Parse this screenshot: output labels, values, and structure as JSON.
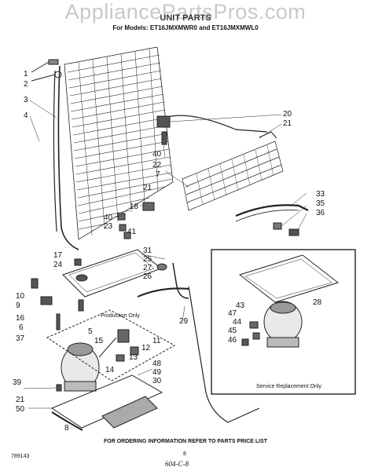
{
  "watermark": "AppliancePartsPros.com",
  "header": {
    "title": "UNIT PARTS",
    "subtitle": "For Models: ET16JMXMWR0  and ET16JMXMWL0"
  },
  "inset": {
    "caption": "Service Replacement Only"
  },
  "production_note": "Production Only",
  "footer": {
    "ordering": "FOR ORDERING INFORMATION REFER TO PARTS PRICE LIST",
    "page_code": "789143",
    "page_number": "8",
    "handwritten": "604-C-8"
  },
  "callouts": {
    "c1": "1",
    "c2": "2",
    "c3": "3",
    "c4": "4",
    "c5": "5",
    "c6": "6",
    "c7": "7",
    "c8": "8",
    "c9": "9",
    "c10": "10",
    "c11": "11",
    "c12": "12",
    "c13": "13",
    "c14": "14",
    "c15": "15",
    "c16": "16",
    "c17": "17",
    "c18": "18",
    "c20": "20",
    "c21a": "21",
    "c21b": "21",
    "c21c": "21",
    "c22": "22",
    "c23": "23",
    "c24": "24",
    "c25": "25",
    "c26": "26",
    "c27": "27",
    "c28": "28",
    "c29": "29",
    "c30": "30",
    "c31": "31",
    "c33": "33",
    "c35": "35",
    "c36": "36",
    "c37": "37",
    "c39": "39",
    "c40a": "40",
    "c40b": "40",
    "c41": "41",
    "c43": "43",
    "c44": "44",
    "c45": "45",
    "c46": "46",
    "c47": "47",
    "c48": "48",
    "c49": "49",
    "c50": "50"
  }
}
